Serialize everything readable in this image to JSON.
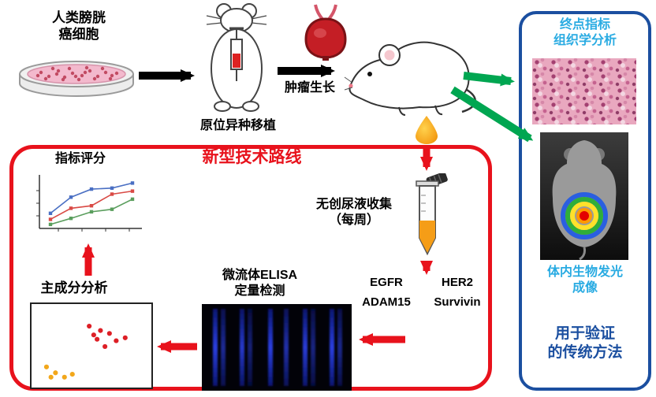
{
  "diagram": {
    "labels": {
      "cells": "人类膀胱\n癌细胞",
      "xenograft": "原位异种移植",
      "tumor_growth": "肿瘤生长",
      "hist_title": "终点指标\n组织学分析",
      "biolum": "体内生物发光\n成像",
      "traditional": "用于验证\n的传统方法",
      "route_title": "新型技术路线",
      "scoring": "指标评分",
      "pca": "主成分分析",
      "elisa": "微流体ELISA\n定量检测",
      "urine": "无创尿液收集\n（每周）"
    },
    "markers": [
      "EGFR",
      "HER2",
      "ADAM15",
      "Survivin"
    ],
    "colors": {
      "route_red": "#e8121c",
      "validation_green": "#00a651",
      "panel_blue": "#1b4fa0",
      "cyan_text": "#29abe2",
      "black": "#000000"
    }
  },
  "mini_charts": {
    "score_chart": {
      "type": "line",
      "x": [
        1,
        2,
        3,
        4,
        5
      ],
      "ylim": [
        0,
        100
      ],
      "series": [
        {
          "name": "series-blue",
          "color": "#4a6fc3",
          "values": [
            30,
            62,
            78,
            80,
            90
          ]
        },
        {
          "name": "series-red",
          "color": "#d94a45",
          "values": [
            18,
            40,
            45,
            68,
            74
          ]
        },
        {
          "name": "series-green",
          "color": "#5a9e5d",
          "values": [
            8,
            20,
            33,
            38,
            58
          ]
        }
      ]
    },
    "pca_scatter": {
      "type": "scatter",
      "xlim": [
        0,
        100
      ],
      "ylim": [
        0,
        100
      ],
      "series": [
        {
          "name": "cluster-red",
          "color": "#dd1f26",
          "points": [
            [
              48,
              78
            ],
            [
              58,
              72
            ],
            [
              66,
              68
            ],
            [
              55,
              60
            ],
            [
              72,
              58
            ],
            [
              62,
              50
            ],
            [
              80,
              62
            ],
            [
              52,
              66
            ]
          ]
        },
        {
          "name": "cluster-orange",
          "color": "#f2a71b",
          "points": [
            [
              10,
              22
            ],
            [
              18,
              14
            ],
            [
              26,
              8
            ],
            [
              14,
              8
            ],
            [
              33,
              12
            ]
          ]
        }
      ]
    }
  }
}
